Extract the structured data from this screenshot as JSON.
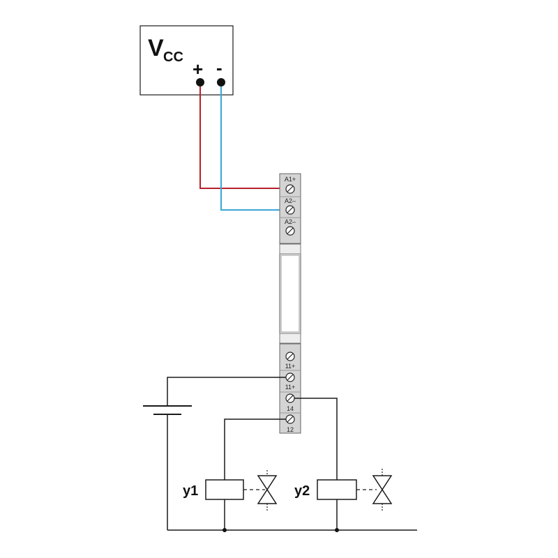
{
  "power_supply": {
    "symbol": "V",
    "subscript": "CC",
    "plus": "+",
    "minus": "-"
  },
  "relay": {
    "top_terminals": [
      "A1+",
      "A2–",
      "A2–"
    ],
    "bottom_terminals": [
      "11+",
      "11+",
      "14",
      "12"
    ]
  },
  "loads": {
    "y1": "y1",
    "y2": "y2"
  },
  "colors": {
    "positive_wire": "#b5202b",
    "negative_wire": "#3aa6d6",
    "relay_fill": "#d4d4d4",
    "line": "#1a1a1a"
  }
}
